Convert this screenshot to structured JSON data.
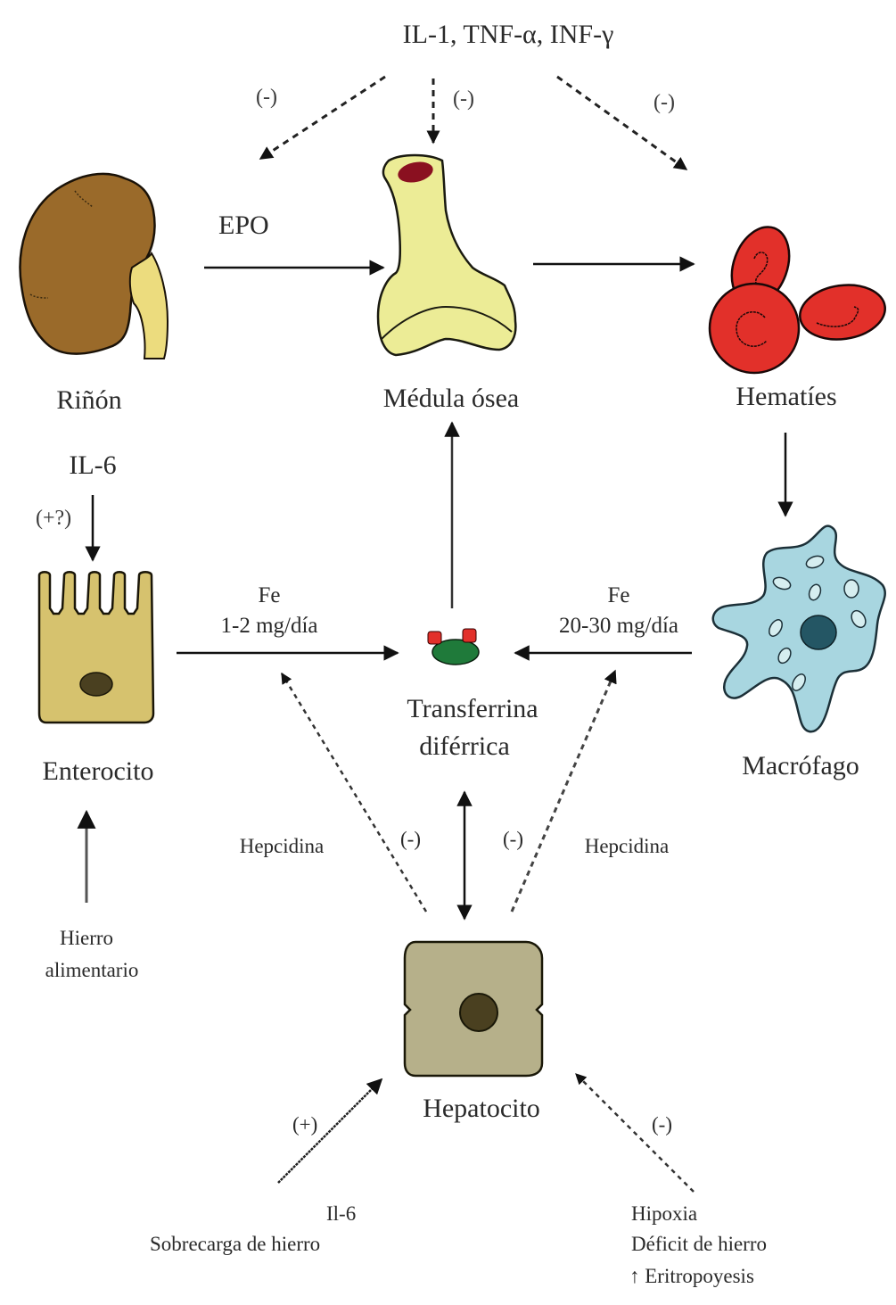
{
  "cytokines": {
    "label": "IL-1, TNF-α, INF-γ"
  },
  "inhibit_sign": "(-)",
  "stimulate_sign": "(+)",
  "uncertain_sign": "(+?)",
  "nodes": {
    "kidney": {
      "label": "Riñón",
      "color": "#9a6a2a"
    },
    "bone_marrow": {
      "label": "Médula ósea",
      "color": "#ecec96"
    },
    "red_cells": {
      "label": "Hematíes",
      "color": "#e2302a"
    },
    "enterocyte": {
      "label": "Enterocito",
      "color": "#d6c26e"
    },
    "transferrin": {
      "label_line1": "Transferrina",
      "label_line2": "diférrica",
      "color": "#1f7a3a"
    },
    "macrophage": {
      "label": "Macrófago",
      "color": "#a8d6e0"
    },
    "hepatocyte": {
      "label": "Hepatocito",
      "color": "#b6b08a"
    }
  },
  "edges": {
    "epo": {
      "label": "EPO"
    },
    "il6_top": {
      "label": "IL-6"
    },
    "fe_intestinal": {
      "label_line1": "Fe",
      "label_line2": "1-2 mg/día"
    },
    "fe_macrophage": {
      "label_line1": "Fe",
      "label_line2": "20-30 mg/día"
    },
    "hepcidin_left": {
      "label": "Hepcidina"
    },
    "hepcidin_right": {
      "label": "Hepcidina"
    },
    "dietary_iron": {
      "label_line1": "Hierro",
      "label_line2": "alimentario"
    },
    "stimulators": {
      "label_line1": "Il-6",
      "label_line2": "Sobrecarga de hierro"
    },
    "inhibitors": {
      "label_line1": "Hipoxia",
      "label_line2": "Déficit de hierro",
      "label_line3": "↑ Eritropoyesis"
    }
  }
}
